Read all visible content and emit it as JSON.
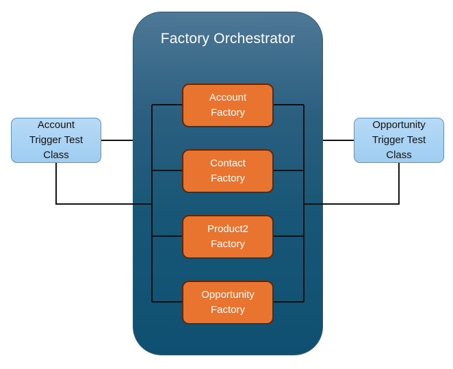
{
  "diagram": {
    "orchestrator": {
      "title": "Factory Orchestrator"
    },
    "factories": [
      {
        "line1": "Account",
        "line2": "Factory"
      },
      {
        "line1": "Contact",
        "line2": "Factory"
      },
      {
        "line1": "Product2",
        "line2": "Factory"
      },
      {
        "line1": "Opportunity",
        "line2": "Factory"
      }
    ],
    "test_classes": {
      "left": {
        "line1": "Account",
        "line2": "Trigger Test",
        "line3": "Class"
      },
      "right": {
        "line1": "Opportunity",
        "line2": "Trigger Test",
        "line3": "Class"
      }
    }
  },
  "colors": {
    "orchestrator": "#1b5677",
    "factory": "#e9742f",
    "test_class": "#9ecdf1",
    "connector": "#111111"
  }
}
